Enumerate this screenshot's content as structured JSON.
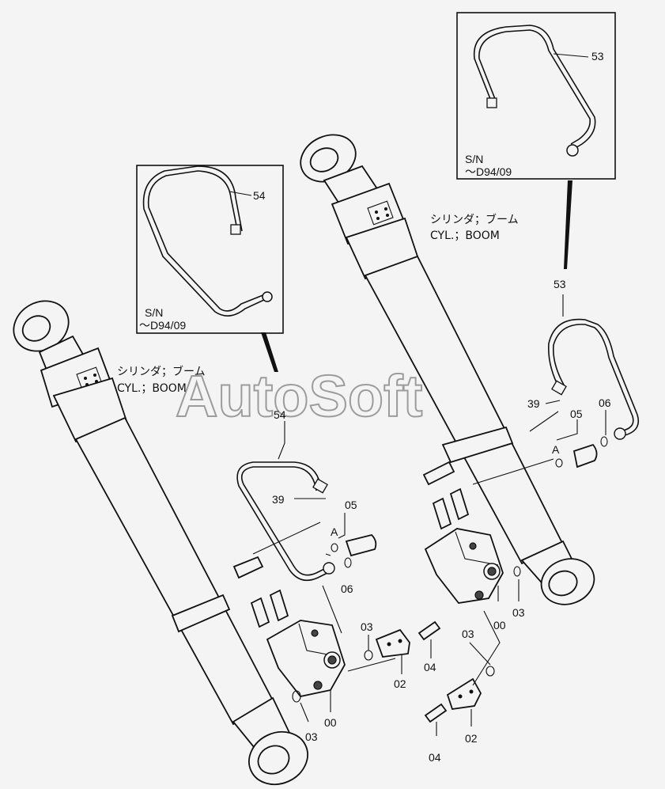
{
  "cylinder_caption": {
    "jp": "シリンダ；ブーム",
    "en": "CYL.；BOOM"
  },
  "inset_left": {
    "sn_label": "S/N",
    "sn_value": "～D94/09",
    "part": "54"
  },
  "inset_right": {
    "sn_label": "S/N",
    "sn_value": "～D94/09",
    "part": "53"
  },
  "watermark": "AutoSoft",
  "left_assembly_labels": {
    "pipe": "54",
    "seal_39": "39",
    "fitting": "05",
    "port_a": "A",
    "oring_06": "06",
    "oring_03a": "03",
    "flange": "02",
    "bolt": "04",
    "valve": "00",
    "oring_03b": "03"
  },
  "right_assembly_labels": {
    "pipe": "53",
    "seal_39": "39",
    "fitting": "05",
    "oring_06": "06",
    "port_a": "A",
    "valve": "00",
    "oring_03a": "03",
    "oring_03b": "03",
    "bolt": "04",
    "flange": "02"
  }
}
